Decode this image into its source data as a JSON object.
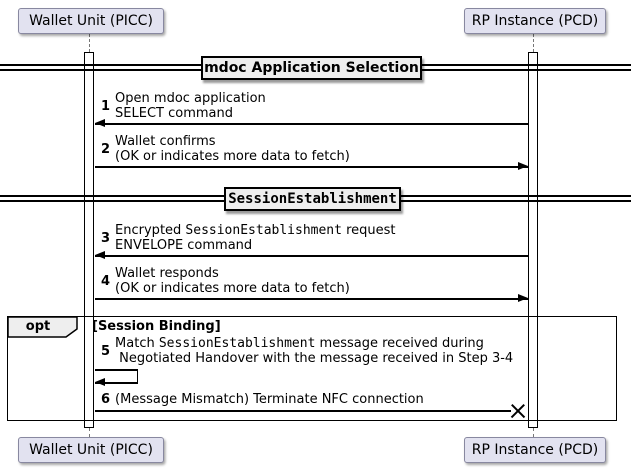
{
  "participants": {
    "wallet": {
      "label": "Wallet Unit (PICC)"
    },
    "rp": {
      "label": "RP Instance (PCD)"
    }
  },
  "dividers": [
    {
      "label": "mdoc Application Selection"
    },
    {
      "label": "SessionEstablishment"
    }
  ],
  "fragment": {
    "operator": "opt",
    "guard": "[Session Binding]"
  },
  "messages": [
    {
      "num": "1",
      "line1": "Open mdoc application",
      "line2": "SELECT command",
      "direction": "to-wallet"
    },
    {
      "num": "2",
      "line1": "Wallet confirms",
      "line2": "(OK or indicates more data to fetch)",
      "direction": "to-rp"
    },
    {
      "num": "3",
      "line1_pre": "Encrypted ",
      "line1_mono": "SessionEstablishment",
      "line1_post": " request",
      "line2": "ENVELOPE command",
      "direction": "to-wallet"
    },
    {
      "num": "4",
      "line1": "Wallet responds",
      "line2": "(OK or indicates more data to fetch)",
      "direction": "to-rp"
    },
    {
      "num": "5",
      "line1_pre": "Match ",
      "line1_mono": "SessionEstablishment",
      "line1_post": " message received during",
      "line2": " Negotiated Handover with the message received in Step 3-4",
      "direction": "self"
    },
    {
      "num": "6",
      "line1": "(Message Mismatch) Terminate NFC connection",
      "direction": "to-rp-destroy"
    }
  ],
  "colors": {
    "bg": "#ffffff",
    "line": "#000000",
    "text": "#000000",
    "participant_fill": "#e2e2f0",
    "participant_border": "#8888a0",
    "divider_fill": "#eeeeee",
    "fragment_fill": "#eeeeee",
    "activation_fill": "#ffffff",
    "lifeline": "#777777"
  }
}
